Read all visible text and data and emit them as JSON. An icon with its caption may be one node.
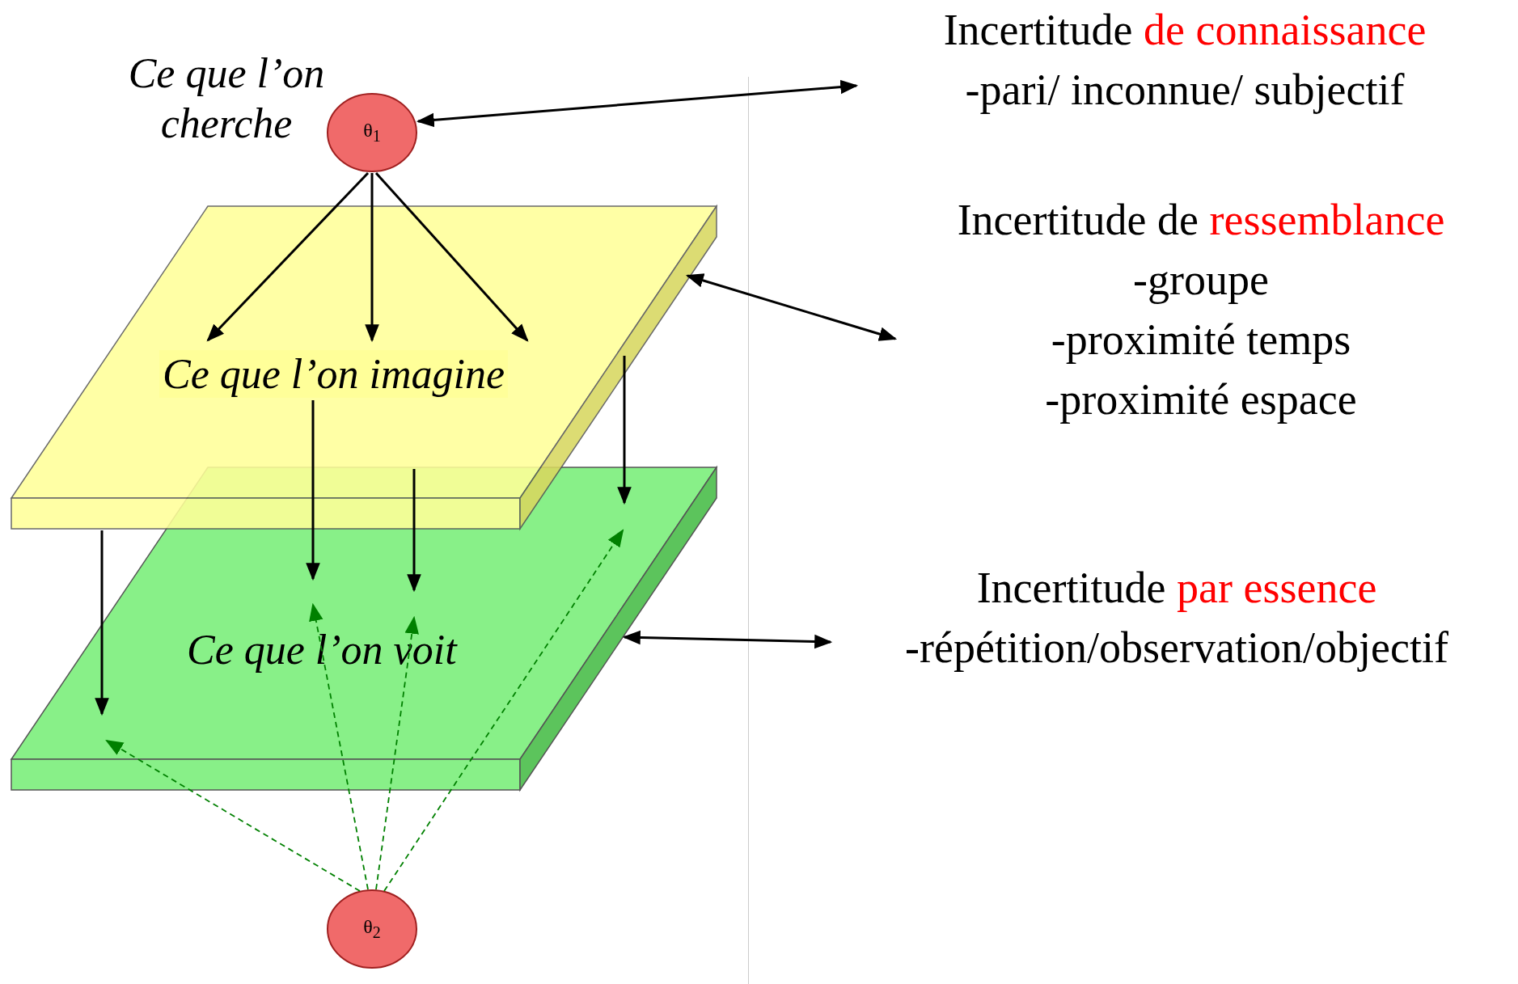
{
  "diagram": {
    "nodes": [
      {
        "text": [
          "θ$_{1}$"
        ],
        "beside": [
          "Ce que l’on cherche"
        ]
      },
      {
        "text": [
          "Ce que l’on imagine"
        ]
      },
      {
        "text": [
          "Ce que l’on voit"
        ]
      },
      {
        "text": [
          "θ$_{2}$"
        ]
      },
      {
        "text": [
          "Incertitude",
          "de connaissance",
          "-pari/ inconnue/ subjectif"
        ]
      },
      {
        "text": [
          "Incertitude de",
          "ressemblance",
          "-groupe",
          "-proximité temps",
          "-proximité espace"
        ]
      },
      {
        "text": [
          "Incertitude",
          "par essence",
          "-répétition/observation/objectif"
        ]
      }
    ],
    "edges": [
      {
        "from": 0,
        "to": 1,
        "arrow": "to"
      },
      {
        "from": 0,
        "to": 1,
        "arrow": "to"
      },
      {
        "from": 0,
        "to": 1,
        "arrow": "to"
      },
      {
        "from": 1,
        "to": 2,
        "arrow": "to"
      },
      {
        "from": 1,
        "to": 2,
        "arrow": "to"
      },
      {
        "from": 1,
        "to": 2,
        "arrow": "to"
      },
      {
        "from": 1,
        "to": 2,
        "arrow": "to"
      },
      {
        "from": 3,
        "to": 2,
        "arrow": "to",
        "style": "dashed",
        "color": "#008000"
      },
      {
        "from": 3,
        "to": 2,
        "arrow": "to",
        "style": "dashed",
        "color": "#008000"
      },
      {
        "from": 3,
        "to": 2,
        "arrow": "to",
        "style": "dashed",
        "color": "#008000"
      },
      {
        "from": 3,
        "to": 2,
        "arrow": "to",
        "style": "dashed",
        "color": "#008000"
      },
      {
        "from": 4,
        "to": 0,
        "arrow": "both"
      },
      {
        "from": 5,
        "to": 1,
        "arrow": "both"
      },
      {
        "from": 6,
        "to": 2,
        "arrow": "both"
      }
    ]
  }
}
